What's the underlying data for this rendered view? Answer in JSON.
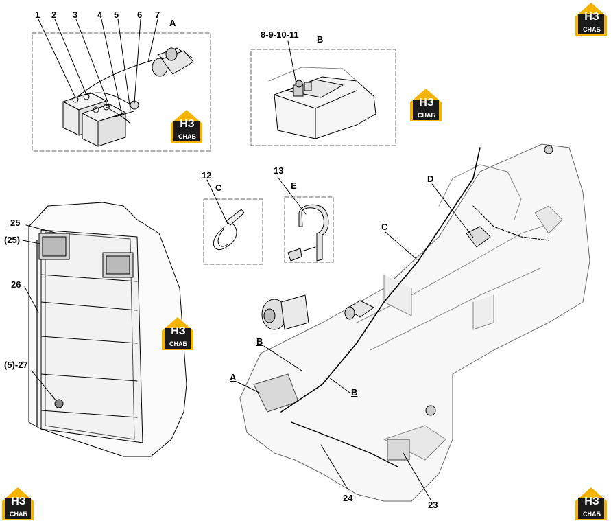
{
  "logo": {
    "line1": "НЗ",
    "line2": "СНАБ",
    "accent": "#f5b400",
    "dark": "#1a1a1a"
  },
  "views": {
    "A": {
      "title": "A"
    },
    "B": {
      "title": "B"
    },
    "C": {
      "title": "C"
    },
    "E": {
      "title": "E"
    }
  },
  "callouts": {
    "c1": "1",
    "c2": "2",
    "c3": "3",
    "c4": "4",
    "c5": "5",
    "c6": "6",
    "c7": "7",
    "c8_11": "8-9-10-11",
    "c12": "12",
    "c13": "13",
    "c25": "25",
    "c25b": "(25)",
    "c26": "26",
    "c5_27": "(5)-27",
    "c24": "24",
    "c23": "23"
  },
  "main_labels": {
    "D": "D",
    "C": "C",
    "B1": "B",
    "B2": "B",
    "A": "A"
  }
}
